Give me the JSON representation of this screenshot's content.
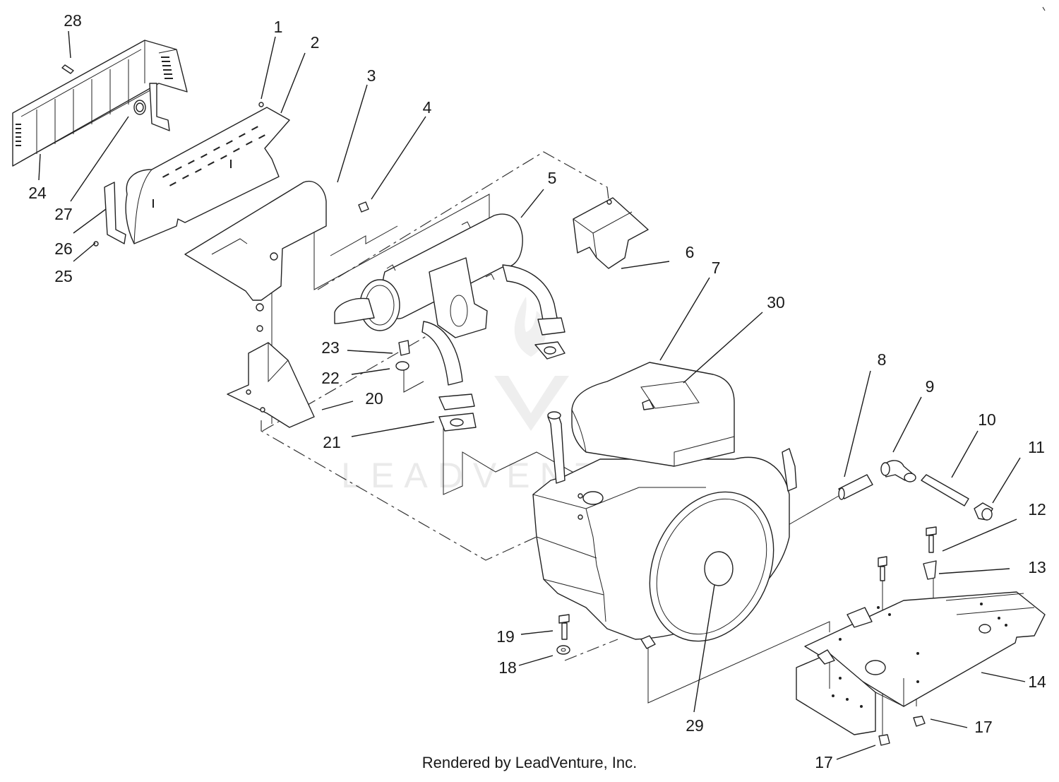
{
  "footer": "Rendered by LeadVenture, Inc.",
  "watermark": "LEADVENTURE",
  "callouts": [
    {
      "id": "c1",
      "label": "1"
    },
    {
      "id": "c2",
      "label": "2"
    },
    {
      "id": "c3",
      "label": "3"
    },
    {
      "id": "c4",
      "label": "4"
    },
    {
      "id": "c5",
      "label": "5"
    },
    {
      "id": "c6",
      "label": "6"
    },
    {
      "id": "c7",
      "label": "7"
    },
    {
      "id": "c8",
      "label": "8"
    },
    {
      "id": "c9",
      "label": "9"
    },
    {
      "id": "c10",
      "label": "10"
    },
    {
      "id": "c11",
      "label": "11"
    },
    {
      "id": "c12",
      "label": "12"
    },
    {
      "id": "c13",
      "label": "13"
    },
    {
      "id": "c14",
      "label": "14"
    },
    {
      "id": "c17a",
      "label": "17"
    },
    {
      "id": "c17b",
      "label": "17"
    },
    {
      "id": "c18",
      "label": "18"
    },
    {
      "id": "c19",
      "label": "19"
    },
    {
      "id": "c20",
      "label": "20"
    },
    {
      "id": "c21",
      "label": "21"
    },
    {
      "id": "c22",
      "label": "22"
    },
    {
      "id": "c23",
      "label": "23"
    },
    {
      "id": "c24",
      "label": "24"
    },
    {
      "id": "c25",
      "label": "25"
    },
    {
      "id": "c26",
      "label": "26"
    },
    {
      "id": "c27",
      "label": "27"
    },
    {
      "id": "c28",
      "label": "28"
    },
    {
      "id": "c29",
      "label": "29"
    },
    {
      "id": "c30",
      "label": "30"
    }
  ]
}
